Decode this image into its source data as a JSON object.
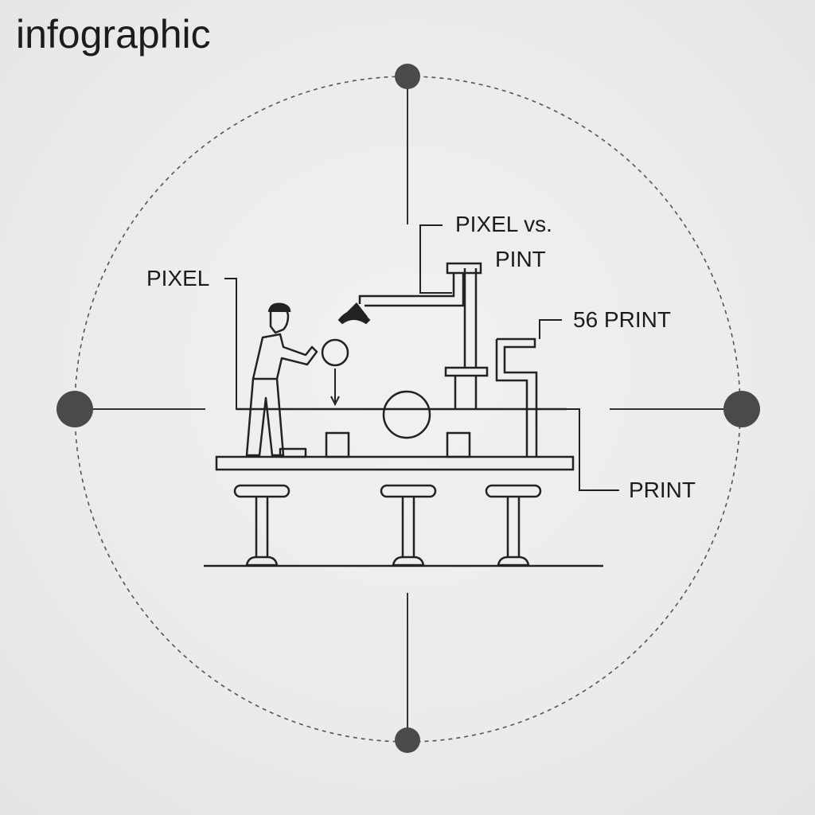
{
  "title": "infographic",
  "labels": {
    "pixel": "PIXEL",
    "pixel_vs_line1": "PIXEL vs.",
    "pixel_vs_line2": "PINT",
    "print_56": "56 PRINT",
    "print": "PRINT"
  },
  "colors": {
    "background": "#ebebea",
    "line": "#222222",
    "node": "#4a4a4a",
    "dashed_circle": "#555555"
  }
}
